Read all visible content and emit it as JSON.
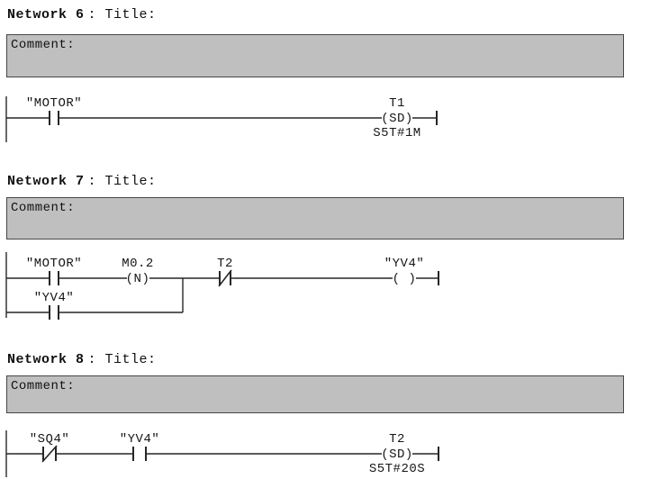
{
  "style": {
    "background": "#ffffff",
    "comment_bg": "#bfbfbf",
    "comment_border": "#474747",
    "wire_color": "#262626",
    "text_color": "#161616"
  },
  "networks": [
    {
      "heading": {
        "name": "Network 6",
        "title": ": Title:"
      },
      "comment": "Comment:",
      "rung": {
        "contact1_label": "\"MOTOR\"",
        "coil_label": "T1",
        "coil_symbol": "(SD)",
        "coil_operand": "S5T#1M"
      }
    },
    {
      "heading": {
        "name": "Network 7",
        "title": ": Title:"
      },
      "comment": "Comment:",
      "rung": {
        "contact1_label": "\"MOTOR\"",
        "edge_label": "M0.2",
        "edge_symbol": "(N)",
        "contact2_label": "T2",
        "coil_label": "\"YV4\"",
        "coil_symbol": "( )",
        "branch_contact_label": "\"YV4\""
      }
    },
    {
      "heading": {
        "name": "Network 8",
        "title": ": Title:"
      },
      "comment": "Comment:",
      "rung": {
        "contact1_label": "\"SQ4\"",
        "contact2_label": "\"YV4\"",
        "coil_label": "T2",
        "coil_symbol": "(SD)",
        "coil_operand": "S5T#20S"
      }
    }
  ]
}
